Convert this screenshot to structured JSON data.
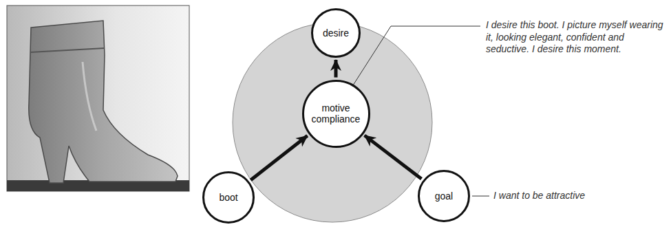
{
  "diagram": {
    "nodes": [
      {
        "text": [
          "desire"
        ]
      },
      {
        "text": [
          "motive compliance"
        ]
      },
      {
        "text": [
          "boot"
        ]
      },
      {
        "text": [
          "goal"
        ]
      }
    ],
    "edges": [
      {
        "from": 2,
        "to": 1,
        "arrow": "to"
      },
      {
        "from": 3,
        "to": 1,
        "arrow": "to"
      },
      {
        "from": 1,
        "to": 0,
        "arrow": "to"
      }
    ],
    "labels": [
      "I desire this boot. I picture myself wearing it, looking elegant, confident and seductive. I desire this moment.",
      "I want to be attractive"
    ]
  }
}
